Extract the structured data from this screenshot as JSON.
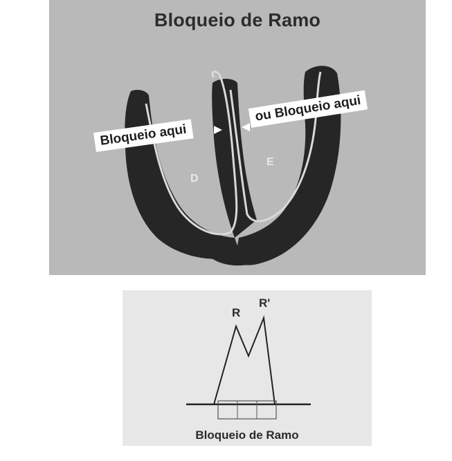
{
  "top_panel": {
    "title": "Bloqueio de Ramo",
    "label_left": "Bloqueio aqui",
    "label_right": "ou Bloqueio aqui",
    "chamber_right": "D",
    "chamber_left": "E"
  },
  "bottom_panel": {
    "peak_r": "R",
    "peak_r_prime": "R'",
    "caption": "Bloqueio de Ramo"
  },
  "colors": {
    "heart": "#262626",
    "top_background": "#b9b9b9",
    "bottom_background": "#e7e7e7",
    "conduction_path": "#d9d9d9"
  }
}
